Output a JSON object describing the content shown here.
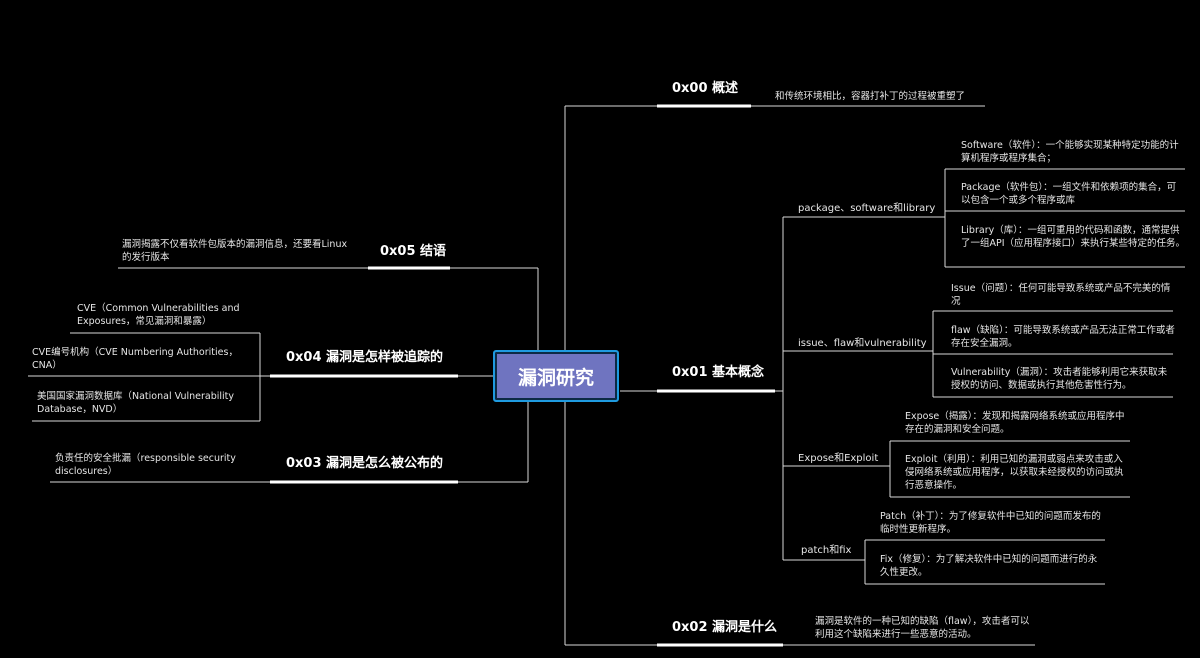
{
  "root": {
    "label": "漏洞研究"
  },
  "branches": {
    "b00": {
      "title": "0x00 概述",
      "note": "和传统环境相比，容器打补丁的过程被重塑了"
    },
    "b01": {
      "title": "0x01 基本概念",
      "groups": {
        "pkg": {
          "label": "package、software和library",
          "items": {
            "software": "Software（软件）：一个能够实现某种特定功能的计算机程序或程序集合；",
            "package": "Package（软件包）：一组文件和依赖项的集合，可以包含一个或多个程序或库",
            "library": "Library（库）：一组可重用的代码和函数，通常提供了一组API（应用程序接口）来执行某些特定的任务。"
          }
        },
        "issue": {
          "label": "issue、flaw和vulnerability",
          "items": {
            "issue": "Issue（问题）：任何可能导致系统或产品不完美的情况",
            "flaw": "flaw（缺陷）：可能导致系统或产品无法正常工作或者存在安全漏洞。",
            "vuln": "Vulnerability（漏洞）：攻击者能够利用它来获取未授权的访问、数据或执行其他危害性行为。"
          }
        },
        "expose": {
          "label": "Expose和Exploit",
          "items": {
            "expose": "Expose（揭露）：发现和揭露网络系统或应用程序中存在的漏洞和安全问题。",
            "exploit": "Exploit（利用）：利用已知的漏洞或弱点来攻击或入侵网络系统或应用程序，以获取未经授权的访问或执行恶意操作。"
          }
        },
        "patch": {
          "label": "patch和fix",
          "items": {
            "patch": "Patch（补丁）：为了修复软件中已知的问题而发布的临时性更新程序。",
            "fix": "Fix（修复）：为了解决软件中已知的问题而进行的永久性更改。"
          }
        }
      }
    },
    "b02": {
      "title": "0x02 漏洞是什么",
      "note": "漏洞是软件的一种已知的缺陷（flaw），攻击者可以利用这个缺陷来进行一些恶意的活动。"
    },
    "b03": {
      "title": "0x03 漏洞是怎么被公布的",
      "note": "负责任的安全批漏（responsible security disclosures）"
    },
    "b04": {
      "title": "0x04 漏洞是怎样被追踪的",
      "items": {
        "cve": "CVE（Common Vulnerabilities and Exposures，常见漏洞和暴露）",
        "cna": "CVE编号机构（CVE Numbering Authorities，CNA）",
        "nvd": "美国国家漏洞数据库（National Vulnerability Database，NVD）"
      }
    },
    "b05": {
      "title": "0x05 结语",
      "note": "漏洞揭露不仅看软件包版本的漏洞信息，还要看Linux的发行版本"
    }
  },
  "colors": {
    "background": "#000000",
    "line": "#d9d9d9",
    "root_fill": "#6f74c0",
    "root_border": "#1f9be0"
  }
}
